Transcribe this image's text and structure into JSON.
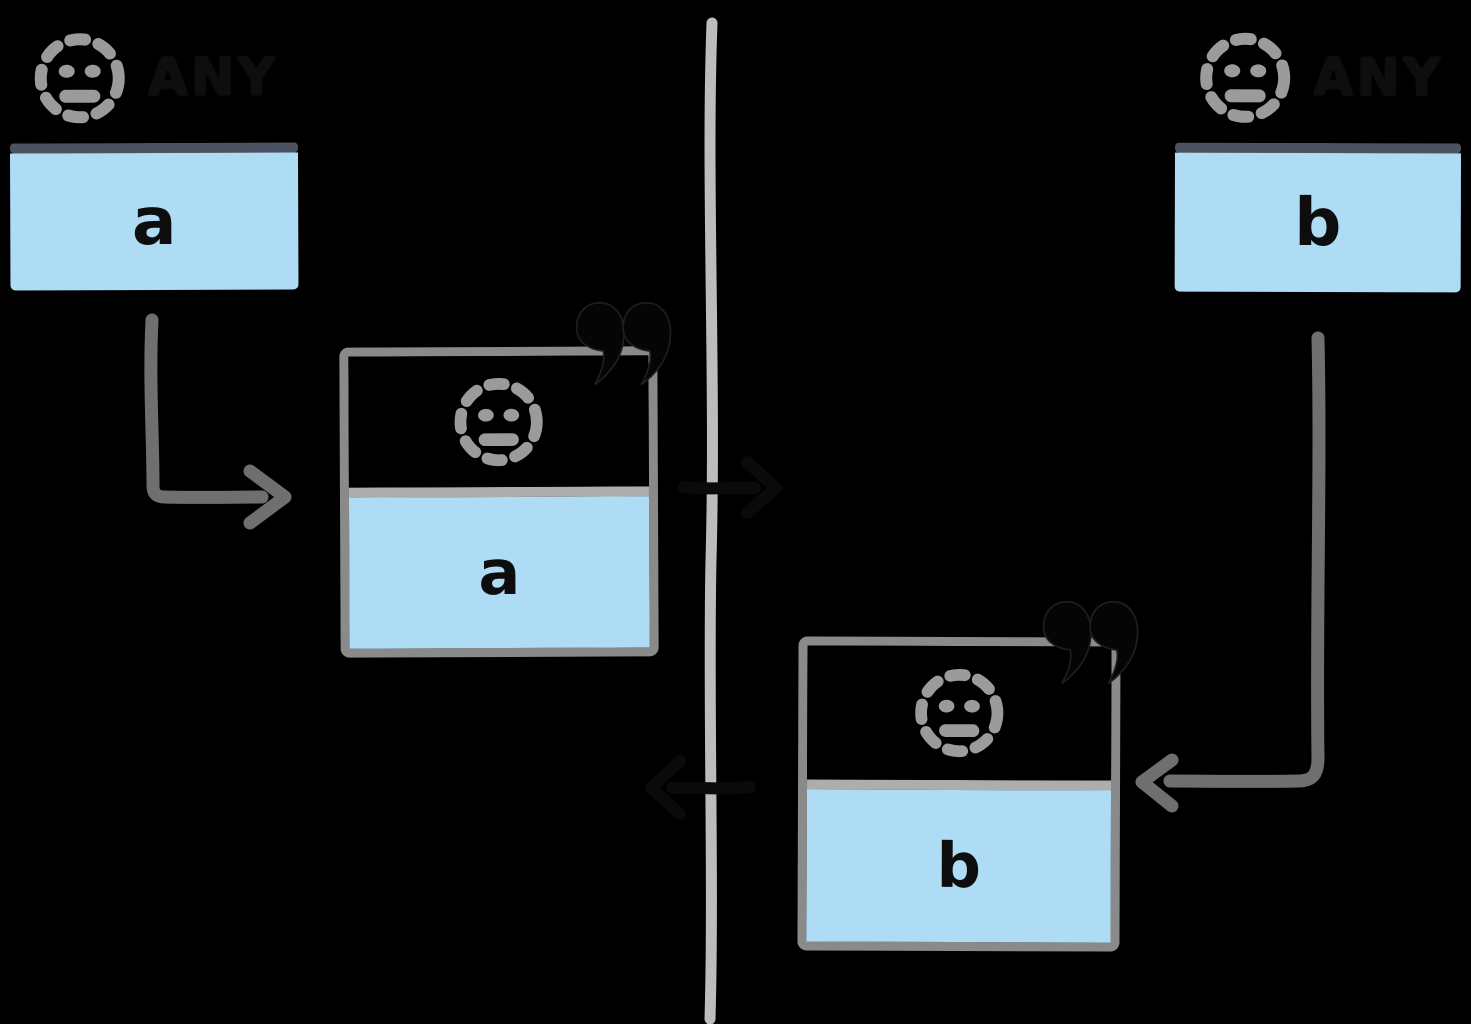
{
  "diagram": {
    "type": "hand-drawn-flow",
    "background": "#000000",
    "colors": {
      "card_fill_blue": "#aedcf4",
      "top_card_bar": "#4c5260",
      "mid_card_border": "#8a8a8a",
      "mid_card_bar": "#adadad",
      "divider": "#bcbcbc",
      "arrow_gray": "#6f6f6f",
      "arrow_black": "#0a0a0a",
      "smiley_gray": "#9b9b9b",
      "badge_text": "#0e0e0e",
      "value_text": "#0d0d0d"
    }
  },
  "cards": {
    "source_a": {
      "badge": "ANY",
      "value": "a",
      "icon": "smiley-face-icon"
    },
    "source_b": {
      "badge": "ANY",
      "value": "b",
      "icon": "smiley-face-icon"
    },
    "instance_a": {
      "value": "a",
      "annotation": "”",
      "icon": "smiley-face-icon"
    },
    "instance_b": {
      "value": "b",
      "annotation": "”",
      "icon": "smiley-face-icon"
    }
  },
  "flows": [
    {
      "from": "source_a",
      "to": "instance_a",
      "shape": "elbow-down-right",
      "color": "gray"
    },
    {
      "from": "instance_a",
      "to": "across-divider-right",
      "shape": "straight-right",
      "color": "black"
    },
    {
      "from": "source_b",
      "to": "instance_b",
      "shape": "elbow-down-left",
      "color": "gray"
    },
    {
      "from": "instance_b",
      "to": "across-divider-left",
      "shape": "straight-left",
      "color": "black"
    }
  ],
  "divider": {
    "orientation": "vertical"
  }
}
